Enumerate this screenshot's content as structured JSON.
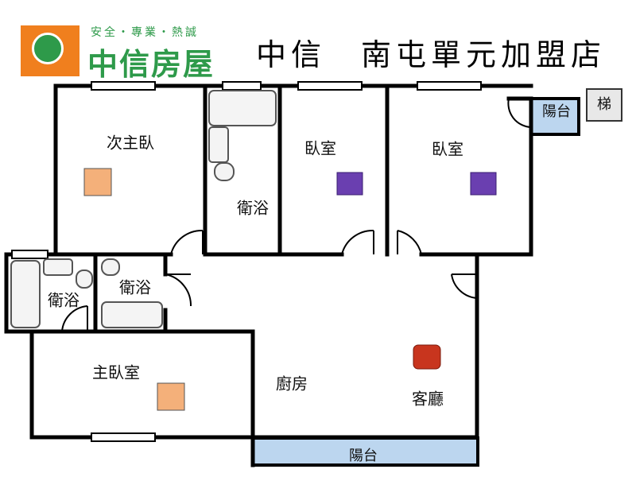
{
  "header": {
    "slogan": "安全・專業・熱誠",
    "brand": "中信房屋",
    "store": "中信　南屯單元加盟店"
  },
  "rooms": {
    "second_master": "次主臥",
    "bedroom_1": "臥室",
    "bedroom_2": "臥室",
    "bath_top": "衛浴",
    "bath_left": "衛浴",
    "bath_mid": "衛浴",
    "master": "主臥室",
    "kitchen": "廚房",
    "living": "客廳",
    "balcony_top": "陽台",
    "balcony_bottom": "陽台",
    "stairs": "梯"
  },
  "colors": {
    "brand_green": "#2e9a4a",
    "brand_orange": "#f07f1e",
    "balcony": "#bcd6ef",
    "wall": "#000000"
  }
}
